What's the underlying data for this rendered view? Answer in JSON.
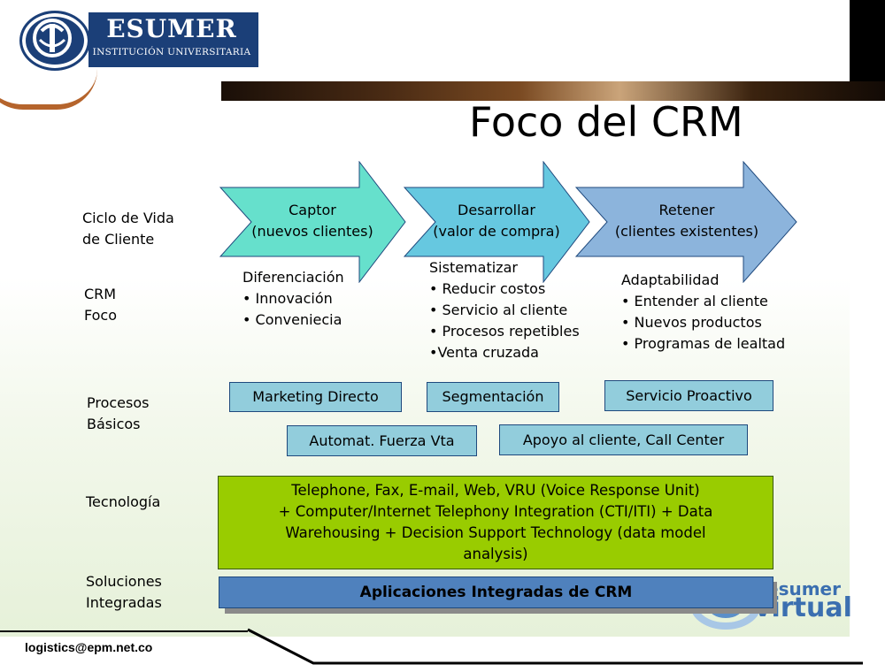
{
  "header": {
    "brand_name": "ESUMER",
    "brand_subtitle": "INSTITUCIÓN UNIVERSITARIA"
  },
  "slide": {
    "title": "Foco del CRM"
  },
  "rows": {
    "lifecycle": [
      "Ciclo de Vida",
      "de Cliente"
    ],
    "crm_focus": [
      "CRM",
      "Foco"
    ],
    "processes": [
      "Procesos",
      "Básicos"
    ],
    "technology": "Tecnología",
    "solutions": [
      "Soluciones",
      "Integradas"
    ]
  },
  "stages": [
    {
      "line1": "Captor",
      "line2": "(nuevos clientes)",
      "color": "#66e0cc"
    },
    {
      "line1": "Desarrollar",
      "line2": "(valor de compra)",
      "color": "#66c8e0"
    },
    {
      "line1": "Retener",
      "line2": "(clientes existentes)",
      "color": "#8cb4dc"
    }
  ],
  "focus_areas": [
    {
      "heading": "Diferenciación",
      "items": [
        "• Innovación",
        "• Conveniecia"
      ]
    },
    {
      "heading": "Sistematizar",
      "items": [
        "• Reducir costos",
        "• Servicio al cliente",
        "• Procesos repetibles",
        "•Venta cruzada"
      ]
    },
    {
      "heading": "Adaptabilidad",
      "items": [
        "• Entender al cliente",
        "• Nuevos productos",
        "• Programas de lealtad"
      ]
    }
  ],
  "processes": {
    "marketing_directo": "Marketing Directo",
    "segmentacion": "Segmentación",
    "servicio_proactivo": "Servicio Proactivo",
    "automat_fuerza": "Automat. Fuerza Vta",
    "apoyo_cliente": "Apoyo al cliente, Call Center"
  },
  "technology_lines": [
    "Telephone, Fax, E-mail, Web, VRU (Voice Response Unit)",
    "+ Computer/Internet Telephony Integration (CTI/ITI) + Data",
    "Warehousing + Decision Support Technology (data model",
    "analysis)"
  ],
  "solutions_bar": "Aplicaciones Integradas de CRM",
  "watermark": {
    "word1": "esumer",
    "word2": "virtual"
  },
  "footer": {
    "email": "logistics@epm.net.co"
  },
  "colors": {
    "brand_blue": "#1b3f78",
    "process_box": "#92cddc",
    "technology_box": "#99cc00",
    "solutions_bar": "#4f81bd"
  }
}
